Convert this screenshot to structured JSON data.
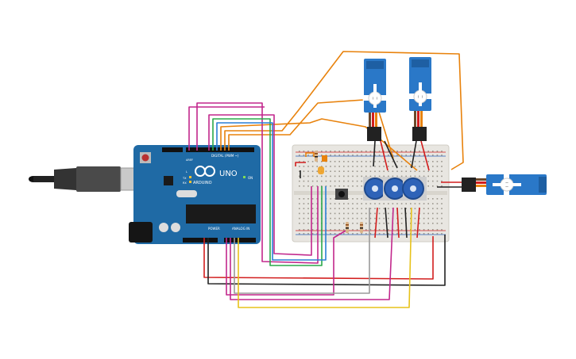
{
  "board": {
    "brand": "ARDUINO",
    "model": "UNO",
    "digital_header_label": "DIGITAL (PWM ~)",
    "power_label": "POWER",
    "analog_label": "ANALOG IN",
    "on_label": "ON",
    "tx_label": "TX",
    "rx_label": "RX",
    "l_label": "L",
    "aref_label": "AREF",
    "gnd_label": "GND"
  },
  "colors": {
    "board_blue": "#1f6aa5",
    "breadboard": "#e8e6e1",
    "servo_blue": "#2a78c8",
    "pot_blue": "#2e63b8",
    "wire_orange": "#e8820c",
    "wire_magenta": "#c2278c",
    "wire_red": "#d21e1e",
    "wire_black": "#222222",
    "wire_green": "#2aa84a",
    "wire_blue": "#2a7fd6",
    "wire_yellow": "#e7c21a",
    "wire_gray": "#9a9a9a"
  },
  "components": {
    "servos": [
      "servo-1",
      "servo-2",
      "servo-3"
    ],
    "potentiometers": [
      "pot-1",
      "pot-2",
      "pot-3"
    ],
    "buttons": [
      "pushbutton-1"
    ],
    "resistors": [
      "resistor-1",
      "resistor-2",
      "resistor-3"
    ],
    "cable": "usb-cable"
  }
}
